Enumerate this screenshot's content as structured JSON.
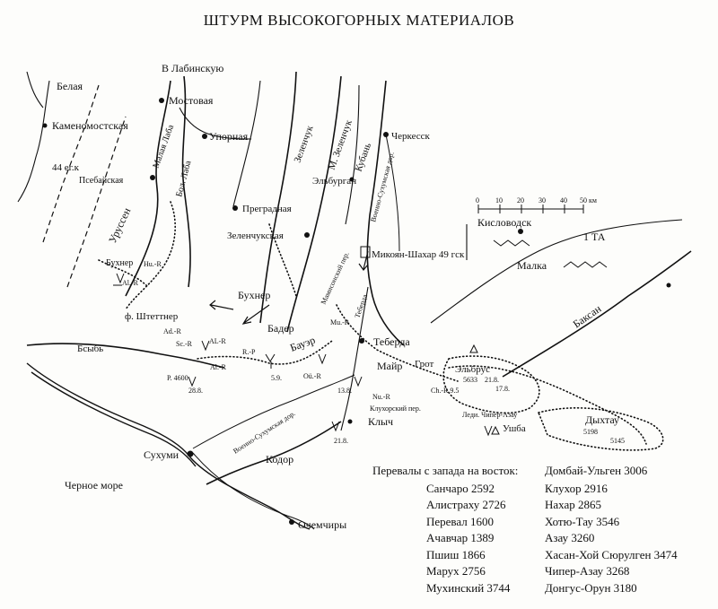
{
  "title": "ШТУРМ ВЫСОКОГОРНЫХ МАТЕРИАЛОВ",
  "places": {
    "labinskaya": "В Лабинскую",
    "belaya": "Белая",
    "mostovaya": "Мостовая",
    "kamennomostskaya": "Каменомостская",
    "upornaya": "Упорная",
    "corps44": "44 ег.к",
    "psebayskaya": "Псебайская",
    "malaya_laba": "Малая Лаба",
    "bol_laba": "Бол. Лаба",
    "urussen": "Уруссен",
    "pregradnaya": "Преградная",
    "zelenchuk": "Зеленчук",
    "m_zelenchuk": "М. Зеленчук",
    "kuban": "Кубань",
    "cherkessk": "Черкесск",
    "elburgan": "Эльбурган",
    "voenno_sukhumskaya_1": "Военно-Сухумская дор.",
    "kislovodsk": "Кисловодск",
    "ta1": "1 ТА",
    "zelenchukskaya": "Зеленчукская",
    "mikoyan": "Микоян-Шахар 49 гск",
    "malka": "Малка",
    "bukhner1": "Бухнер",
    "bukhner2": "Бухнер",
    "shtettner": "ф. Штеттнер",
    "mamison": "Мамисонский пер.",
    "teberda_river": "Теберда",
    "bader": "Бадер",
    "baksan": "Баксан",
    "bsyb": "Бсыбь",
    "bauer": "Бауэр",
    "teberda": "Теберда",
    "mayr": "Майр",
    "grot": "Грот",
    "elbrus": "Эльбрус",
    "elbrus_h": "5633",
    "klukhor_pass": "Клухорский пер.",
    "lady_chiper": "Леди. Чипер-Азау",
    "ushba": "Ушба",
    "dykhtau": "Дыхтау",
    "h5198": "5198",
    "h5145": "5145",
    "klych": "Клыч",
    "sukhumi": "Сухуми",
    "voenno_sukhumskaya_2": "Военно-Сухумская дор.",
    "kodor": "Кодор",
    "black_sea": "Черное море",
    "ochamchiry": "Очемчиры"
  },
  "unit_marks": {
    "m1": "Hu.-R",
    "m2": "Al.-R",
    "m3": "Ad.-R",
    "m4": "AL-R",
    "m5": "Sc.-R",
    "m6": "R.-P",
    "m7": "P. 4600",
    "m8": "28.8.",
    "m9": "5.9.",
    "m10": "Mu.-R",
    "m11": "Oü.-R",
    "m12": "Al.-R",
    "m13": "Nu.-R",
    "m14": "13.8.",
    "m15": "21.8.",
    "m16": "21.8.",
    "m17": "Ch.-R 9.5",
    "m18": "17.8."
  },
  "scale_bar": {
    "ticks": [
      "0",
      "10",
      "20",
      "30",
      "40",
      "50 км"
    ]
  },
  "legend": {
    "heading": "Перевалы с запада на восток:",
    "col1": [
      "Санчаро 2592",
      "Алистраху 2726",
      "Перевал 1600",
      "Ачавчар 1389",
      "Пшиш 1866",
      "Марух 2756",
      "Мухинский 3744"
    ],
    "col2": [
      "Домбай-Ульген 3006",
      "Клухор 2916",
      "Нахар 2865",
      "Хотю-Тау 3546",
      "Азау 3260",
      "Хасан-Хой Сюрулген 3474",
      "Чипер-Азау 3268",
      "Донгус-Орун 3180"
    ]
  }
}
